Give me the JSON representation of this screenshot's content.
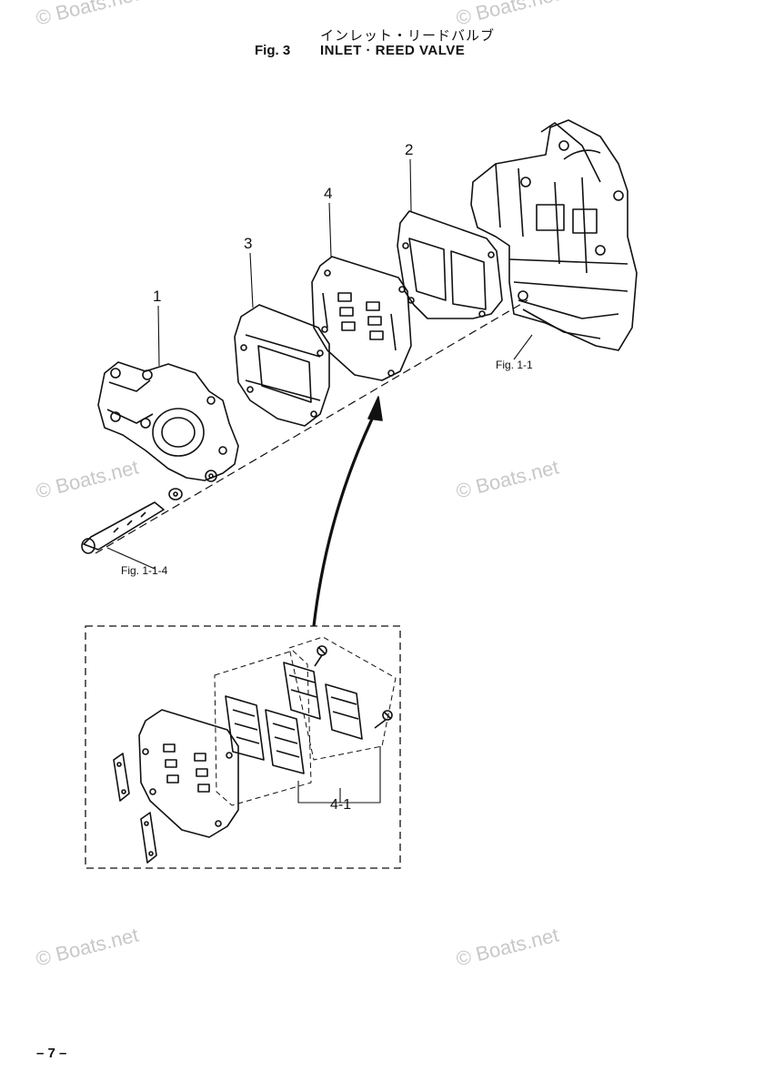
{
  "header": {
    "title_jp": "インレット・リードバルブ",
    "fig_number": "Fig. 3",
    "fig_name": "INLET · REED VALVE"
  },
  "callouts": {
    "part_1": "1",
    "part_2": "2",
    "part_3": "3",
    "part_4": "4",
    "part_4_1": "4-1"
  },
  "references": {
    "fig_1_1": "Fig. 1-1",
    "fig_1_1_4": "Fig. 1-1-4"
  },
  "watermark": "© Boats.net",
  "page_number": "– 7 –",
  "colors": {
    "ink": "#111111",
    "watermark": "#c8c8c8",
    "paper": "#ffffff"
  }
}
